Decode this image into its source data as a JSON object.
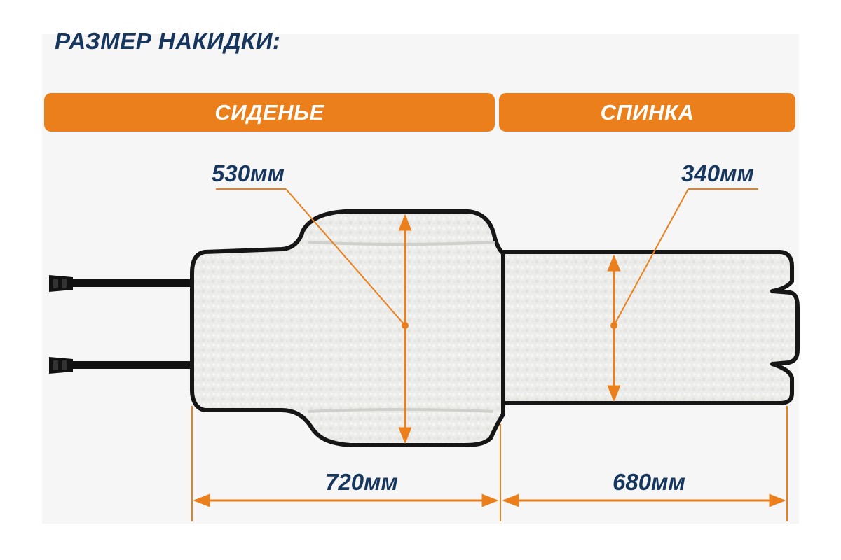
{
  "heading": "РАЗМЕР НАКИДКИ:",
  "sections": {
    "seat": "СИДЕНЬЕ",
    "back": "СПИНКА"
  },
  "dimensions": {
    "seat_height": "530мм",
    "back_height": "340мм",
    "seat_width": "720мм",
    "back_width": "680мм"
  },
  "colors": {
    "accent": "#ea7f1c",
    "heading": "#17365d",
    "fleece": "#ececea",
    "outline": "#161616"
  }
}
